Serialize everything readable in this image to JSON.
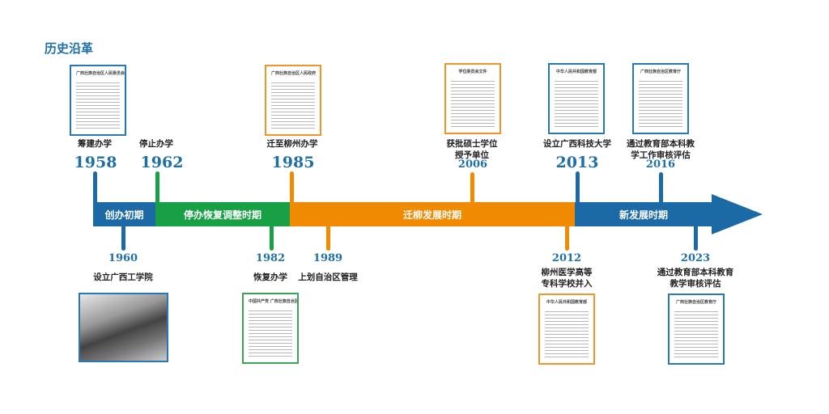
{
  "title": "历史沿革",
  "colors": {
    "blue": "#1b6aa5",
    "green": "#18a046",
    "orange": "#f08a00",
    "year": "#1f6fa3"
  },
  "periods": [
    {
      "label": "创办初期",
      "color": "#1b6aa5"
    },
    {
      "label": "停办恢复调整时期",
      "color": "#18a046"
    },
    {
      "label": "迁柳发展时期",
      "color": "#f08a00"
    },
    {
      "label": "新发展时期",
      "color": "#1b6aa5"
    }
  ],
  "events_above": [
    {
      "year": "1958",
      "label": "筹建办学",
      "doc": "广西壮族自治区人民委员会"
    },
    {
      "year": "1962",
      "label": "停止办学"
    },
    {
      "year": "1985",
      "label": "迁至柳州办学",
      "doc": "广西壮族自治区人民政府"
    },
    {
      "year": "2006",
      "label": "获批硕士学位",
      "label2": "授予单位",
      "doc": "学位委员会文件"
    },
    {
      "year": "2013",
      "label": "设立广西科技大学",
      "doc": "中华人民共和国教育部"
    },
    {
      "year": "2016",
      "label": "通过教育部本科教",
      "label2": "学工作审核评估",
      "doc": "广西壮族自治区教育厅"
    }
  ],
  "events_below": [
    {
      "year": "1960",
      "label": "设立广西工学院"
    },
    {
      "year": "1982",
      "label": "恢复办学",
      "doc": "中国共产党 广西壮族自治区委员会文件"
    },
    {
      "year": "1989",
      "label": "上划自治区管理"
    },
    {
      "year": "2012",
      "label": "柳州医学高等",
      "label2": "专科学校并入",
      "doc": "中华人民共和国教育部"
    },
    {
      "year": "2023",
      "label": "通过教育部本科教育",
      "label2": "教学审核评估",
      "doc": "广西壮族自治区教育厅"
    }
  ]
}
